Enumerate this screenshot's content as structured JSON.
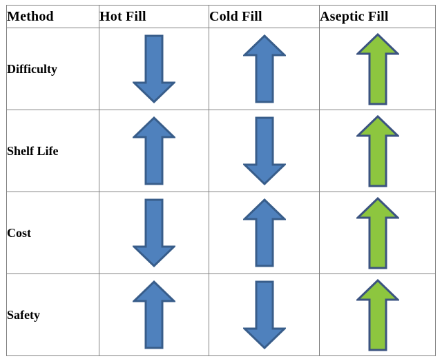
{
  "table": {
    "name": "fill-method-comparison",
    "columns": [
      {
        "key": "method",
        "label": "Method"
      },
      {
        "key": "hot",
        "label": "Hot Fill"
      },
      {
        "key": "cold",
        "label": "Cold Fill"
      },
      {
        "key": "aseptic",
        "label": "Aseptic Fill"
      }
    ],
    "rows": [
      {
        "label": "Difficulty",
        "cells": [
          {
            "column": "hot",
            "icon": "arrow-down-icon",
            "direction": "down",
            "color_key": "blue",
            "height": 100
          },
          {
            "column": "cold",
            "icon": "arrow-up-icon",
            "direction": "up",
            "color_key": "blue",
            "height": 100
          },
          {
            "column": "aseptic",
            "icon": "arrow-up-icon",
            "direction": "up",
            "color_key": "green",
            "height": 105
          }
        ]
      },
      {
        "label": "Shelf Life",
        "cells": [
          {
            "column": "hot",
            "icon": "arrow-up-icon",
            "direction": "up",
            "color_key": "blue",
            "height": 100
          },
          {
            "column": "cold",
            "icon": "arrow-down-icon",
            "direction": "down",
            "color_key": "blue",
            "height": 100
          },
          {
            "column": "aseptic",
            "icon": "arrow-up-icon",
            "direction": "up",
            "color_key": "green",
            "height": 105
          }
        ]
      },
      {
        "label": "Cost",
        "cells": [
          {
            "column": "hot",
            "icon": "arrow-down-icon",
            "direction": "down",
            "color_key": "blue",
            "height": 100
          },
          {
            "column": "cold",
            "icon": "arrow-up-icon",
            "direction": "up",
            "color_key": "blue",
            "height": 100
          },
          {
            "column": "aseptic",
            "icon": "arrow-up-icon",
            "direction": "up",
            "color_key": "green",
            "height": 105
          }
        ]
      },
      {
        "label": "Safety",
        "cells": [
          {
            "column": "hot",
            "icon": "arrow-up-icon",
            "direction": "up",
            "color_key": "blue",
            "height": 100
          },
          {
            "column": "cold",
            "icon": "arrow-down-icon",
            "direction": "down",
            "color_key": "blue",
            "height": 100
          },
          {
            "column": "aseptic",
            "icon": "arrow-up-icon",
            "direction": "up",
            "color_key": "green",
            "height": 105
          }
        ]
      }
    ]
  },
  "colors": {
    "blue": {
      "fill": "#4F81BD",
      "stroke": "#385D8A"
    },
    "green": {
      "fill": "#8DC63F",
      "stroke": "#3B5380"
    },
    "border": "#808080",
    "text": "#000000",
    "background": "#FFFFFF"
  }
}
